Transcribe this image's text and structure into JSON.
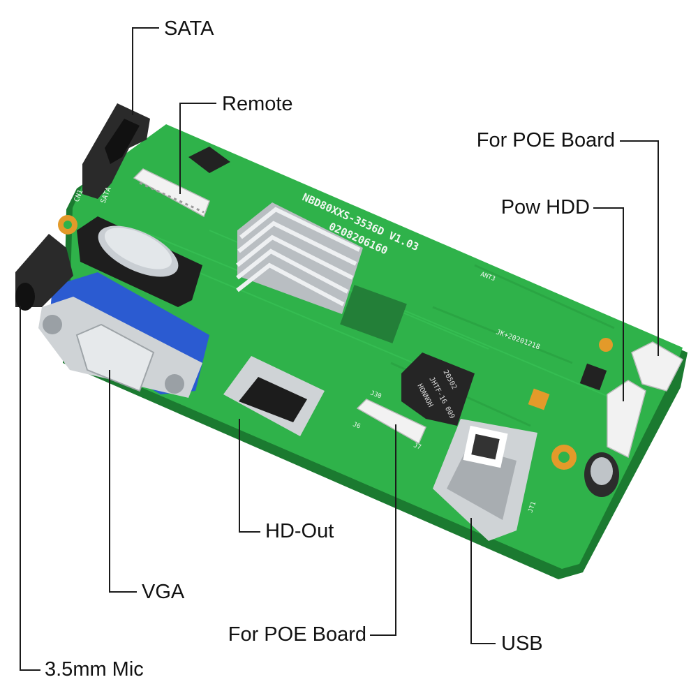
{
  "labels": {
    "sata": "SATA",
    "remote": "Remote",
    "poe_top": "For POE Board",
    "pow_hdd": "Pow HDD",
    "hd_out": "HD-Out",
    "vga": "VGA",
    "poe_bottom": "For POE Board",
    "usb": "USB",
    "mic": "3.5mm Mic"
  },
  "board": {
    "model_line": "NBD80XXS-3536D V1.03",
    "serial_line": "0208206160",
    "date_code": "JK+20201218",
    "chip_line1": "HONNOH",
    "chip_line2": "JHTF-16 009",
    "chip_line3": "20502",
    "sata_silk": "SATA",
    "cn1_silk": "CN1",
    "j30_silk": "J30",
    "j6_silk": "J6",
    "j7_silk": "J7",
    "jt1_silk": "JT1",
    "ant3_silk": "ANT3"
  },
  "colors": {
    "pcb": "#2fb24a",
    "pcb_dark": "#1f8a36",
    "vga_blue": "#2b5bd1",
    "connector_white": "#f2f2f2",
    "metal": "#cfd3d6",
    "black_part": "#2a2a2a"
  }
}
